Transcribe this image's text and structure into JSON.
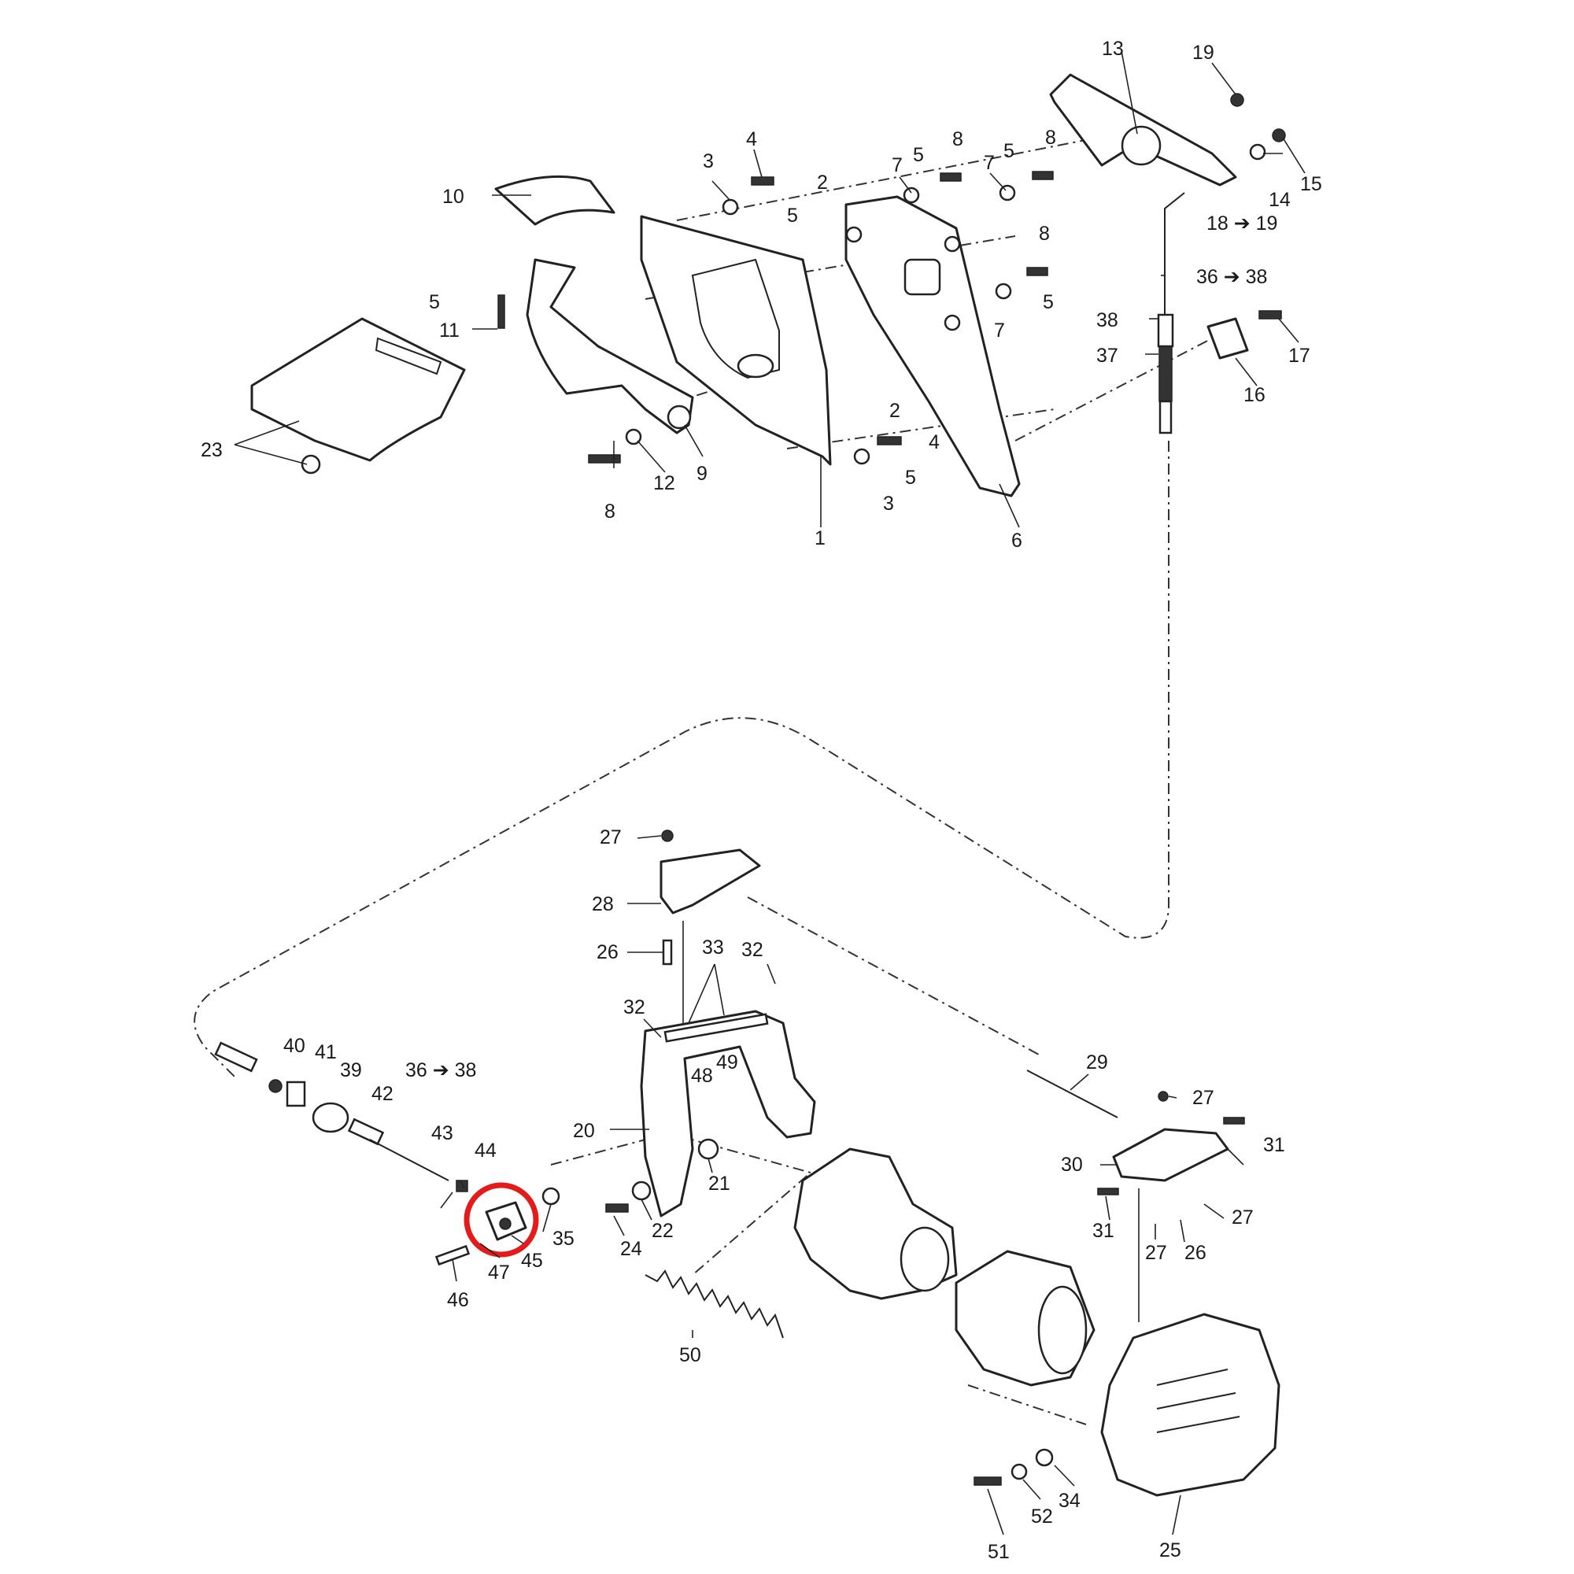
{
  "diagram": {
    "type": "exploded-parts-diagram",
    "highlight": {
      "color": "#e31b1b",
      "shape": "circle",
      "around_part": "45"
    },
    "part_numbers": [
      "1",
      "2",
      "3",
      "4",
      "5",
      "6",
      "7",
      "8",
      "9",
      "10",
      "11",
      "12",
      "13",
      "14",
      "15",
      "16",
      "17",
      "18",
      "19",
      "20",
      "21",
      "22",
      "23",
      "24",
      "25",
      "26",
      "27",
      "28",
      "29",
      "30",
      "31",
      "32",
      "33",
      "34",
      "35",
      "36",
      "37",
      "38",
      "39",
      "40",
      "41",
      "42",
      "43",
      "44",
      "45",
      "46",
      "47",
      "48",
      "49",
      "50",
      "51",
      "52"
    ]
  },
  "callouts": {
    "c1": "1",
    "c2a": "2",
    "c2b": "2",
    "c3a": "3",
    "c3b": "3",
    "c4a": "4",
    "c4b": "4",
    "c5a": "5",
    "c5b": "5",
    "c5c": "5",
    "c5d": "5",
    "c5e": "5",
    "c5f": "5",
    "c6": "6",
    "c7a": "7",
    "c7b": "7",
    "c7c": "7",
    "c8a": "8",
    "c8b": "8",
    "c8c": "8",
    "c8d": "8",
    "c9": "9",
    "c10": "10",
    "c11": "11",
    "c12": "12",
    "c13": "13",
    "c14": "14",
    "c15": "15",
    "c16": "16",
    "c17": "17",
    "c18": "18 ➔ 19",
    "c19": "19",
    "c20": "20",
    "c21": "21",
    "c22": "22",
    "c23": "23",
    "c24": "24",
    "c25": "25",
    "c26a": "26",
    "c26b": "26",
    "c27a": "27",
    "c27b": "27",
    "c27c": "27",
    "c27d": "27",
    "c28": "28",
    "c29": "29",
    "c30": "30",
    "c31a": "31",
    "c31b": "31",
    "c32a": "32",
    "c32b": "32",
    "c33": "33",
    "c34": "34",
    "c35": "35",
    "c36a": "36 ➔ 38",
    "c36b": "36 ➔ 38",
    "c37": "37",
    "c38": "38",
    "c39": "39",
    "c40": "40",
    "c41": "41",
    "c42": "42",
    "c43": "43",
    "c44": "44",
    "c45": "45",
    "c46": "46",
    "c47": "47",
    "c48": "48",
    "c49": "49",
    "c50": "50",
    "c51": "51",
    "c52": "52"
  }
}
